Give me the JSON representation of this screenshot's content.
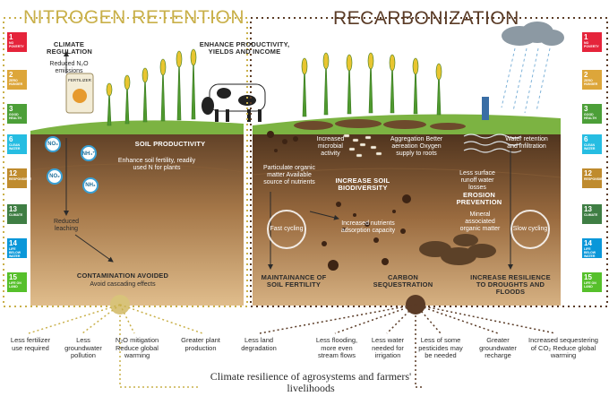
{
  "titles": {
    "left": "NITROGEN RETENTION",
    "right": "RECARBONIZATION"
  },
  "left_labels": {
    "climate_regulation": "CLIMATE REGULATION",
    "reduced_emissions": "Reduced N₂O emissions",
    "enhance_productivity": "ENHANCE PRODUCTIVITY, YIELDS AND INCOME",
    "soil_productivity": "SOIL PRODUCTIVITY",
    "enhance_soil_fertility": "Enhance soil fertility, readily used N for plants",
    "reduced_leaching": "Reduced leaching",
    "contamination_avoided": "CONTAMINATION AVOIDED",
    "avoid_cascading": "Avoid cascading effects",
    "fertilizer_bag": "FERTILIZER"
  },
  "nitrogen_badges": [
    "NO₃",
    "NH₄⁺",
    "NO₂",
    "NH₃"
  ],
  "right_labels": {
    "increased_microbial": "Increased microbial activity",
    "aggregation": "Aggregation Better aereation Oxygen supply to roots",
    "water_retention": "Water retention and infiltration",
    "particulate_om": "Particulate organic matter Available source of nutrients",
    "increase_biodiversity": "INCREASE SOIL BIODIVERSITY",
    "less_runoff": "Less surface runoff water losses",
    "erosion_prevention": "EROSION PREVENTION",
    "mineral_associated": "Mineral associated organic matter",
    "fast_cycling": "Fast cycling",
    "slow_cycling": "Slow cycling",
    "increased_nutrients": "Increased nutrients adsorption capacity",
    "maintainance": "MAINTAINANCE OF SOIL FERTILITY",
    "carbon_seq": "CARBON SEQUESTRATION",
    "increase_resilience": "INCREASE RESILIENCE TO DROUGHTS AND FLOODS"
  },
  "sdg_left": [
    {
      "num": "1",
      "text": "NO POVERTY",
      "color": "#e5243b"
    },
    {
      "num": "2",
      "text": "ZERO HUNGER",
      "color": "#dda63a"
    },
    {
      "num": "3",
      "text": "GOOD HEALTH",
      "color": "#4c9f38"
    },
    {
      "num": "6",
      "text": "CLEAN WATER",
      "color": "#26bde2"
    },
    {
      "num": "12",
      "text": "RESPONSIBLE",
      "color": "#bf8b2e"
    },
    {
      "num": "13",
      "text": "CLIMATE",
      "color": "#3f7e44"
    },
    {
      "num": "14",
      "text": "LIFE BELOW WATER",
      "color": "#0a97d9"
    },
    {
      "num": "15",
      "text": "LIFE ON LAND",
      "color": "#56c02b"
    }
  ],
  "sdg_right": [
    {
      "num": "1",
      "text": "NO POVERTY",
      "color": "#e5243b"
    },
    {
      "num": "2",
      "text": "ZERO HUNGER",
      "color": "#dda63a"
    },
    {
      "num": "3",
      "text": "GOOD HEALTH",
      "color": "#4c9f38"
    },
    {
      "num": "6",
      "text": "CLEAN WATER",
      "color": "#26bde2"
    },
    {
      "num": "12",
      "text": "RESPONSIBLE",
      "color": "#bf8b2e"
    },
    {
      "num": "13",
      "text": "CLIMATE",
      "color": "#3f7e44"
    },
    {
      "num": "14",
      "text": "LIFE BELOW WATER",
      "color": "#0a97d9"
    },
    {
      "num": "15",
      "text": "LIFE ON LAND",
      "color": "#56c02b"
    }
  ],
  "outcomes": [
    "Less fertilizer use required",
    "Less groundwater pollution",
    "N₂O mitigation Reduce global warming",
    "Greater plant production",
    "Less land degradation",
    "Less flooding, more even stream flows",
    "Less water needed for irrigation",
    "Less of some pesticides may be needed",
    "Greater groundwater recharge",
    "Increased sequestering of CO₂ Reduce global warming"
  ],
  "resilience": "Climate resilience of agrosystems and farmers' livelihoods",
  "colors": {
    "gold": "#c9b04a",
    "brown": "#5a3b26",
    "soil_top": "#6b4a2e",
    "soil_bottom": "#c79a63",
    "grass": "#7cb342"
  }
}
